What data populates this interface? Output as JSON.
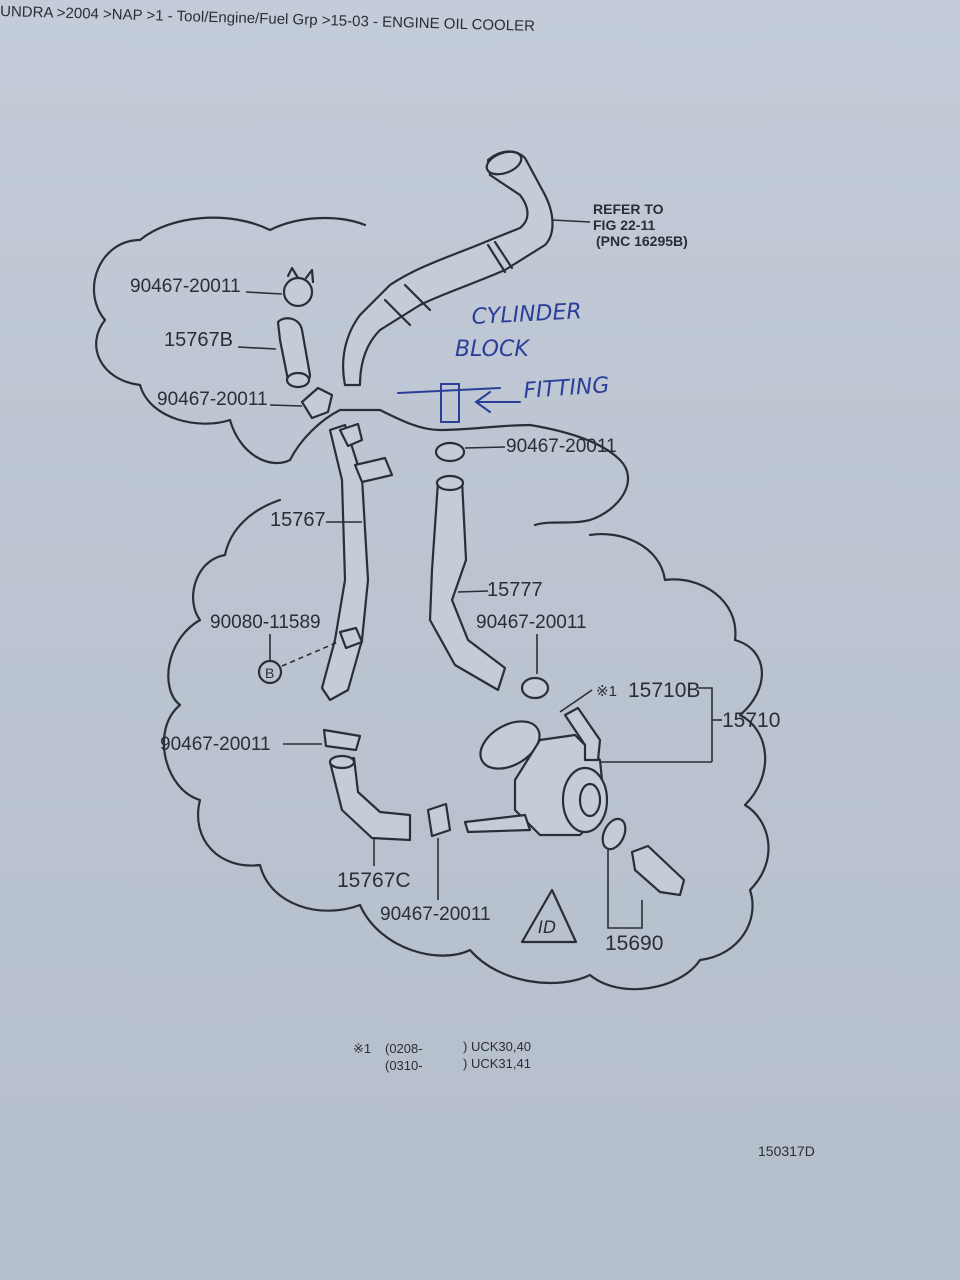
{
  "header": {
    "breadcrumb": "UNDRA >2004 >NAP >1 - Tool/Engine/Fuel Grp >15-03 - ENGINE OIL COOLER"
  },
  "refer": {
    "line1": "REFER TO",
    "line2": "FIG 22-11",
    "line3": "(PNC 16295B)"
  },
  "annotations": {
    "cylinder": "CYLINDER",
    "block": "BLOCK",
    "fitting": "FITTING",
    "id_mark": "ID"
  },
  "parts": {
    "clamp_top": "90467-20011",
    "hose_b": "15767B",
    "clamp_mid": "90467-20011",
    "clamp_fitting": "90467-20011",
    "pipe_15767": "15767",
    "hose_15777": "15777",
    "bolt": "90080-11589",
    "bolt_marker": "B",
    "clamp_right": "90467-20011",
    "note_marker": "※1",
    "oring": "15710B",
    "cooler": "15710",
    "clamp_left": "90467-20011",
    "hose_c": "15767C",
    "clamp_bottom": "90467-20011",
    "union": "15690"
  },
  "footnote": {
    "marker": "※1",
    "row1_range": "(0208-",
    "row1_models": ") UCK30,40",
    "row2_range": "(0310-",
    "row2_models": ") UCK31,41"
  },
  "figure_id": "150317D"
}
